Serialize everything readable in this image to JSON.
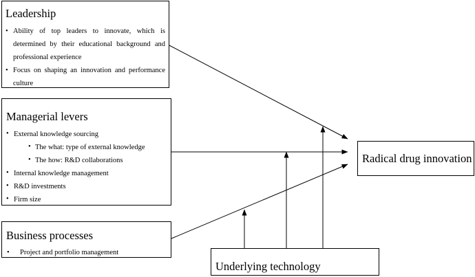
{
  "leadership": {
    "title": "Leadership",
    "bullet": "•",
    "item1_lines": [
      "Ability of top leaders to innovate, which is",
      "determined by their educational background and",
      "professional experience"
    ],
    "item2_lines": [
      "Focus on shaping an innovation and performance",
      "culture"
    ]
  },
  "managerial": {
    "title": "Managerial levers",
    "bullet": "•",
    "items": [
      "External knowledge sourcing",
      "Internal knowledge management",
      "R&D investments",
      "Firm size"
    ],
    "subitems": [
      "The what: type of external knowledge",
      "The how: R&D collaborations"
    ]
  },
  "business": {
    "title": "Business processes",
    "bullet": "•",
    "item": "Project and portfolio management"
  },
  "outcome": {
    "title": "Radical drug innovation"
  },
  "technology": {
    "title": "Underlying technology"
  }
}
